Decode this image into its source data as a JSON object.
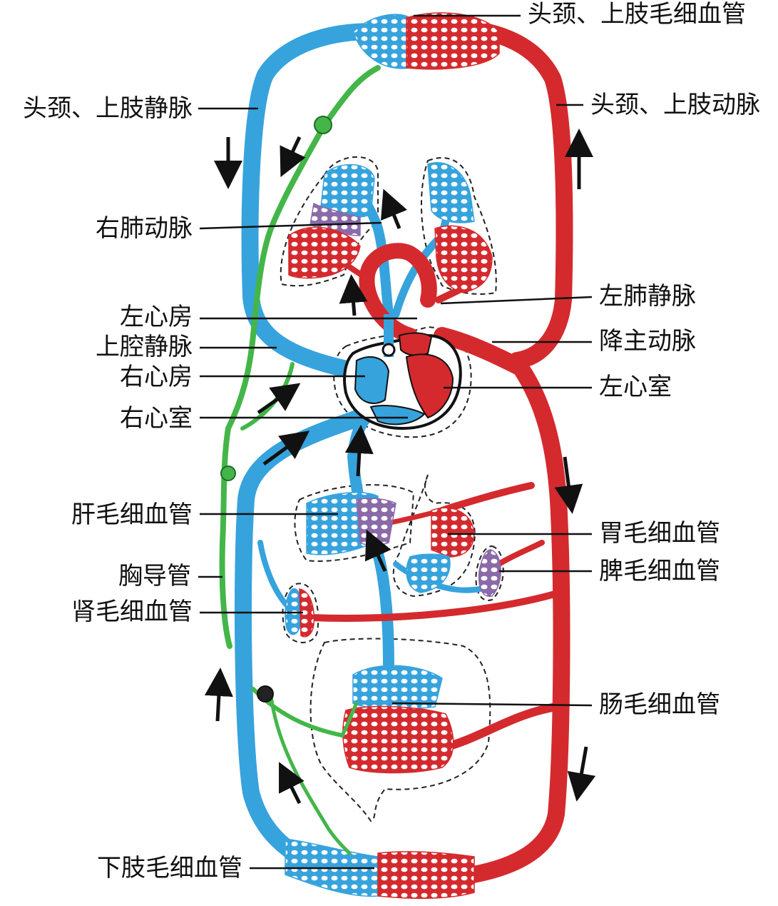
{
  "labels": {
    "head_neck_capillaries": "头颈、上肢毛细血管",
    "head_neck_veins": "头颈、上肢静脉",
    "head_neck_arteries": "头颈、上肢动脉",
    "right_pulmonary_artery": "右肺动脉",
    "left_pulmonary_vein": "左肺静脉",
    "left_atrium": "左心房",
    "descending_aorta": "降主动脉",
    "superior_vena_cava": "上腔静脉",
    "right_atrium": "右心房",
    "left_ventricle": "左心室",
    "right_ventricle": "右心室",
    "liver_capillaries": "肝毛细血管",
    "stomach_capillaries": "胃毛细血管",
    "thoracic_duct": "胸导管",
    "spleen_capillaries": "脾毛细血管",
    "kidney_capillaries": "肾毛细血管",
    "intestine_capillaries": "肠毛细血管",
    "lower_limb_capillaries": "下肢毛细血管"
  },
  "colors": {
    "vein": "#36a3dd",
    "artery": "#d42a2e",
    "lymph": "#44b649",
    "organ_outline": "#222222",
    "label_line": "#111111"
  }
}
